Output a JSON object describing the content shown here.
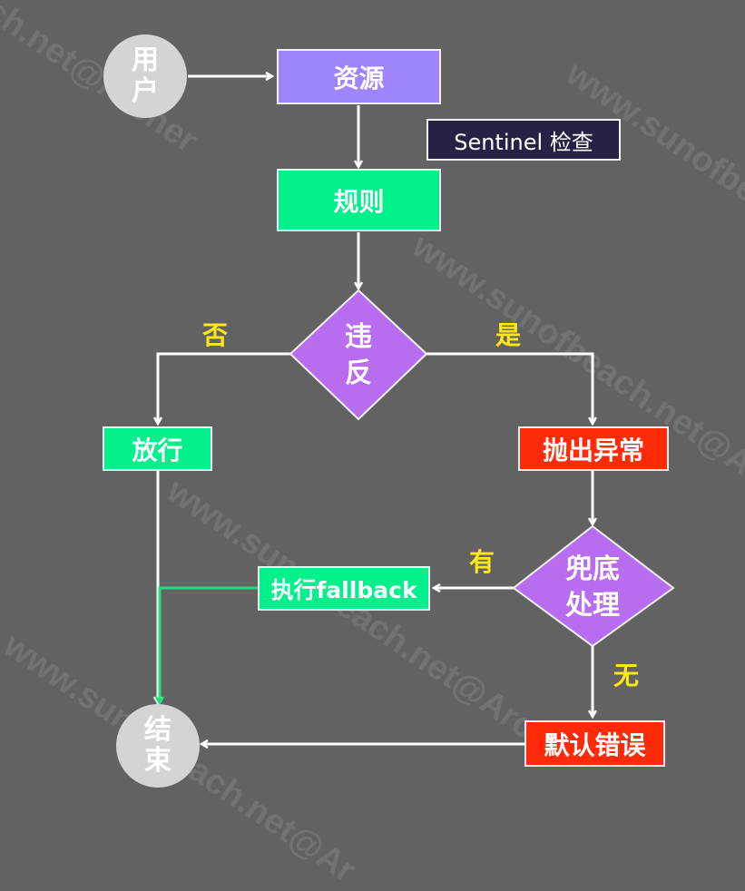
{
  "nodes": {
    "user": {
      "line1": "用",
      "line2": "户"
    },
    "resource": "资源",
    "sentinel_check": "Sentinel 检查",
    "rule": "规则",
    "violate": {
      "line1": "违",
      "line2": "反"
    },
    "allow": "放行",
    "throw_exception": "抛出异常",
    "fallback_handle": {
      "line1": "兜底",
      "line2": "处理"
    },
    "exec_fallback": "执行fallback",
    "default_error": "默认错误",
    "end": {
      "line1": "结",
      "line2": "束"
    }
  },
  "edge_labels": {
    "no": "否",
    "yes": "是",
    "has": "有",
    "none": "无"
  },
  "watermark": {
    "text1": "www.sunofbeach.net@Archer",
    "text2": "www.sunofbeach.net@Archer",
    "text3": "ch.net@Archer",
    "text4": "www.sunofbe",
    "text5": "www.sunofbeach.net@Ar"
  },
  "colors": {
    "resource": "#9f84ff",
    "rule": "#00f08c",
    "violate": "#b86cf0",
    "allow": "#00f08c",
    "throw_exception": "#ff2a08",
    "fallback_handle": "#b86cf0",
    "exec_fallback": "#00f08c",
    "default_error": "#ff2a08",
    "sentinel_bg": "#262145",
    "circle": "#d4d4d4",
    "label_yellow": "#ffe61a",
    "green_line": "#22e07c"
  }
}
